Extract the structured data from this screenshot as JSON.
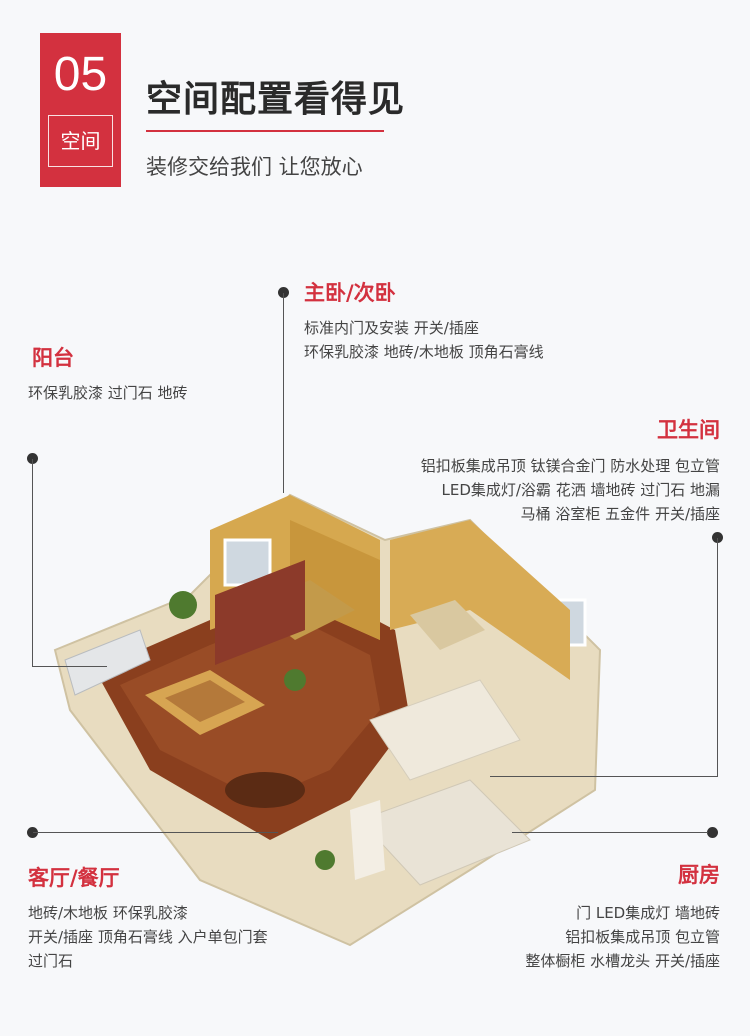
{
  "badge": {
    "number": "05",
    "label": "空间"
  },
  "header": {
    "title": "空间配置看得见",
    "subtitle": "装修交给我们 让您放心"
  },
  "rooms": {
    "bedroom": {
      "title": "主卧/次卧",
      "lines": [
        "标准内门及安装  开关/插座",
        "环保乳胶漆  地砖/木地板  顶角石膏线"
      ]
    },
    "balcony": {
      "title": "阳台",
      "lines": [
        "环保乳胶漆  过门石  地砖"
      ]
    },
    "bathroom": {
      "title": "卫生间",
      "lines": [
        "铝扣板集成吊顶  钛镁合金门  防水处理  包立管",
        "LED集成灯/浴霸  花洒  墙地砖  过门石  地漏",
        "马桶  浴室柜  五金件 开关/插座"
      ]
    },
    "living": {
      "title": "客厅/餐厅",
      "lines": [
        "地砖/木地板  环保乳胶漆",
        "开关/插座  顶角石膏线  入户单包门套",
        "过门石"
      ]
    },
    "kitchen": {
      "title": "厨房",
      "lines": [
        "门    LED集成灯  墙地砖",
        "铝扣板集成吊顶  包立管",
        "整体橱柜  水槽龙头  开关/插座"
      ]
    }
  },
  "colors": {
    "accent": "#d3313f",
    "text": "#333333",
    "background": "#f7f8fa"
  }
}
